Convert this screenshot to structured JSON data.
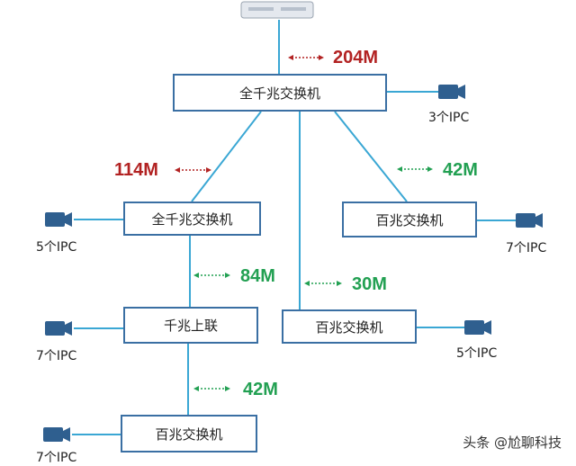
{
  "nodes": {
    "core": "全千兆交换机",
    "left_gig": "全千兆交换机",
    "right_fast": "百兆交换机",
    "uplink": "千兆上联",
    "mid_fast": "百兆交换机",
    "bottom_fast": "百兆交换机"
  },
  "ipc_labels": {
    "core": "3个IPC",
    "left_gig": "5个IPC",
    "right_fast": "7个IPC",
    "uplink": "7个IPC",
    "mid_fast": "5个IPC",
    "bottom_fast": "7个IPC"
  },
  "bandwidth": {
    "server_core": "204M",
    "core_left": "114M",
    "core_right": "42M",
    "left_uplink": "84M",
    "core_mid": "30M",
    "uplink_bottom": "42M"
  },
  "colors": {
    "line": "#3aa7d4",
    "box_border": "#3a6fa3",
    "red": "#b22222",
    "green": "#22a052",
    "camera": "#2f5f8f"
  },
  "watermark": "头条 @尬聊科技"
}
